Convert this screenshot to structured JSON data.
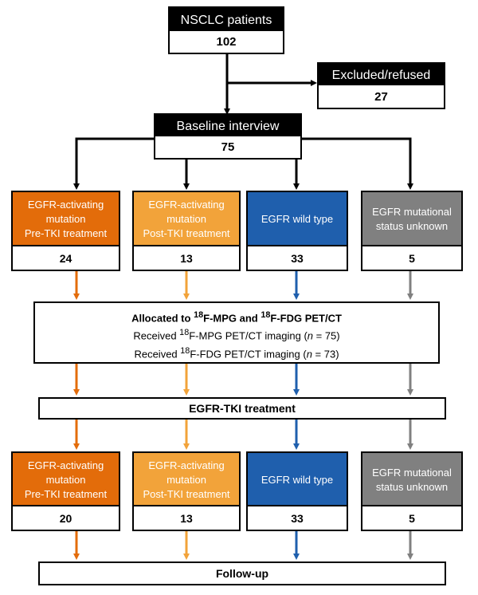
{
  "colors": {
    "orange_dark": "#E36C0A",
    "orange_light": "#F2A33A",
    "blue": "#1F5FAD",
    "gray": "#808080",
    "black": "#000000"
  },
  "top": {
    "label": "NSCLC patients",
    "count": "102"
  },
  "excluded": {
    "label": "Excluded/refused",
    "count": "27"
  },
  "baseline": {
    "label": "Baseline interview",
    "count": "75"
  },
  "groups_pre": [
    {
      "label": "EGFR-activating\nmutation\nPre-TKI treatment",
      "count": "24"
    },
    {
      "label": "EGFR-activating\nmutation\nPost-TKI treatment",
      "count": "13"
    },
    {
      "label": "EGFR wild type",
      "count": "33"
    },
    {
      "label": "EGFR mutational\nstatus unknown",
      "count": "5"
    }
  ],
  "allocation": {
    "title_a": "Allocated to ",
    "sup1": "18",
    "title_b": "F-MPG and ",
    "sup2": "18",
    "title_c": "F-FDG PET/CT",
    "line2_a": "Received ",
    "line2_sup": "18",
    "line2_b": "F-MPG PET/CT imaging (",
    "line2_n": "n",
    "line2_c": " = 75)",
    "line3_a": "Received ",
    "line3_sup": "18",
    "line3_b": "F-FDG PET/CT imaging (",
    "line3_n": "n",
    "line3_c": " = 73)"
  },
  "treatment": {
    "label": "EGFR-TKI treatment"
  },
  "groups_post": [
    {
      "label": "EGFR-activating\nmutation\nPre-TKI treatment",
      "count": "20"
    },
    {
      "label": "EGFR-activating\nmutation\nPost-TKI treatment",
      "count": "13"
    },
    {
      "label": "EGFR wild type",
      "count": "33"
    },
    {
      "label": "EGFR mutational\nstatus unknown",
      "count": "5"
    }
  ],
  "followup": {
    "label": "Follow-up"
  }
}
